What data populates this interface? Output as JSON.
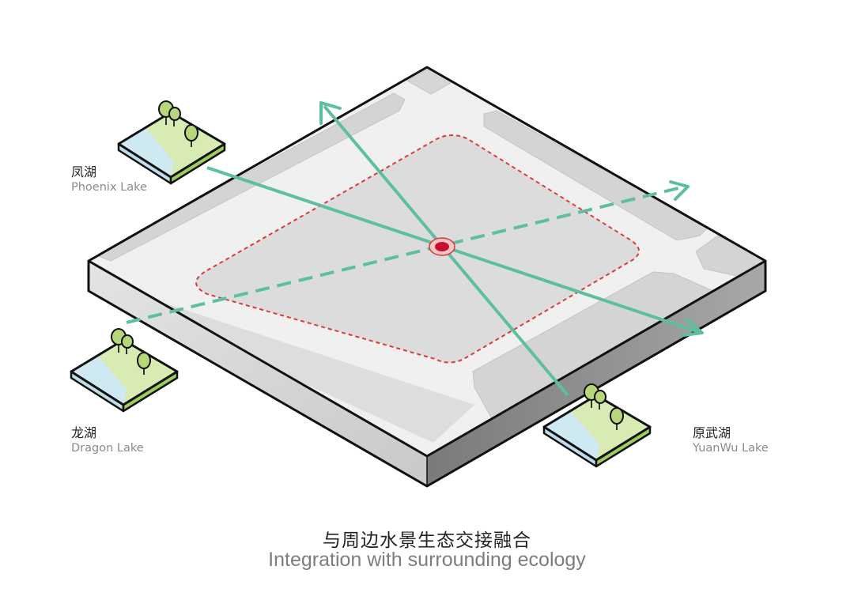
{
  "lakes": {
    "phoenix": {
      "name_cn": "凤湖",
      "name_en": "Phoenix Lake"
    },
    "dragon": {
      "name_cn": "龙湖",
      "name_en": "Dragon Lake"
    },
    "yuanwu": {
      "name_cn": "原武湖",
      "name_en": "YuanWu Lake"
    }
  },
  "caption": {
    "cn": "与周边水景生态交接融合",
    "en": "Integration with surrounding ecology"
  },
  "colors": {
    "axis_arrow": "#5cbfa0",
    "boundary": "#d93a3a",
    "center_marker": "#c8102e",
    "slab_top": "#efefef",
    "inner_area": "#dcdcdc",
    "water": "#cfe9f3",
    "grass": "#d7ebb2",
    "tree": "#b6d87a",
    "outline": "#111111"
  },
  "icons": [
    "lake-tile-icon",
    "tree-icon",
    "center-point-icon",
    "arrow-head-icon"
  ]
}
